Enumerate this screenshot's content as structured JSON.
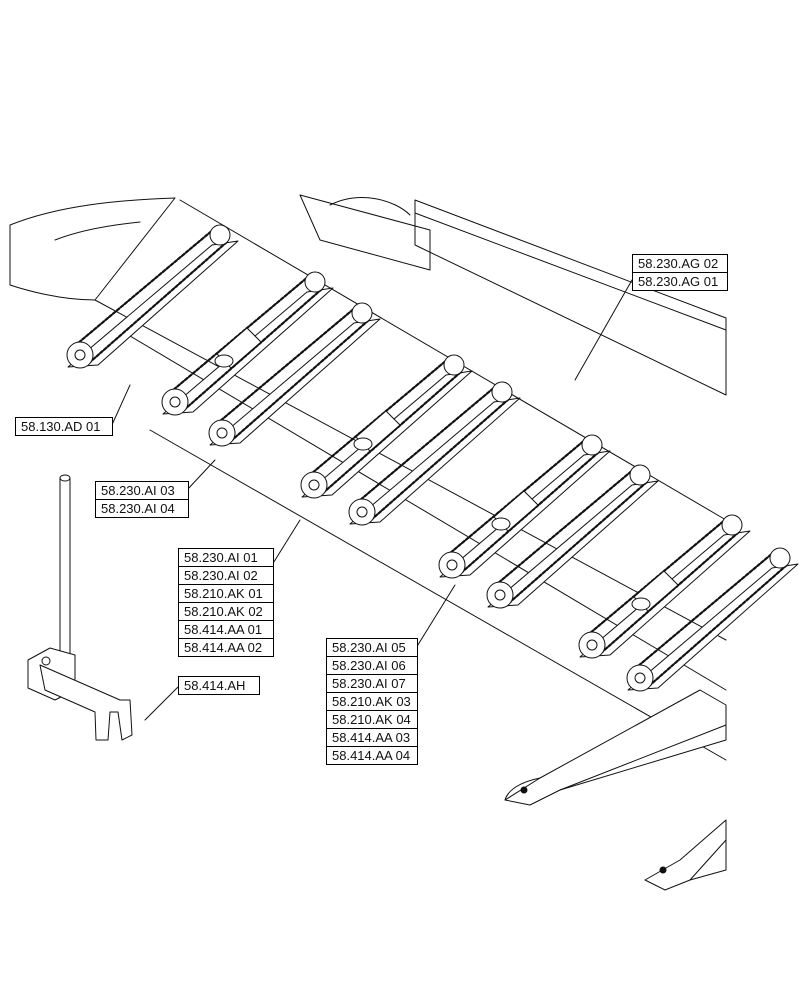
{
  "diagram": {
    "callouts": [
      {
        "id": "ag",
        "labels": [
          "58.230.AG 02",
          "58.230.AG 01"
        ]
      },
      {
        "id": "ad",
        "labels": [
          "58.130.AD 01"
        ]
      },
      {
        "id": "ai03",
        "labels": [
          "58.230.AI 03",
          "58.230.AI 04"
        ]
      },
      {
        "id": "ai01",
        "labels": [
          "58.230.AI 01",
          "58.230.AI 02",
          "58.210.AK 01",
          "58.210.AK 02",
          "58.414.AA 01",
          "58.414.AA 02"
        ]
      },
      {
        "id": "ah",
        "labels": [
          "58.414.AH"
        ]
      },
      {
        "id": "ai05",
        "labels": [
          "58.230.AI 05",
          "58.230.AI 06",
          "58.230.AI 07",
          "58.210.AK 03",
          "58.210.AK 04",
          "58.414.AA 03",
          "58.414.AA 04"
        ]
      }
    ],
    "colors": {
      "line": "#111111",
      "fill": "#ffffff"
    }
  }
}
